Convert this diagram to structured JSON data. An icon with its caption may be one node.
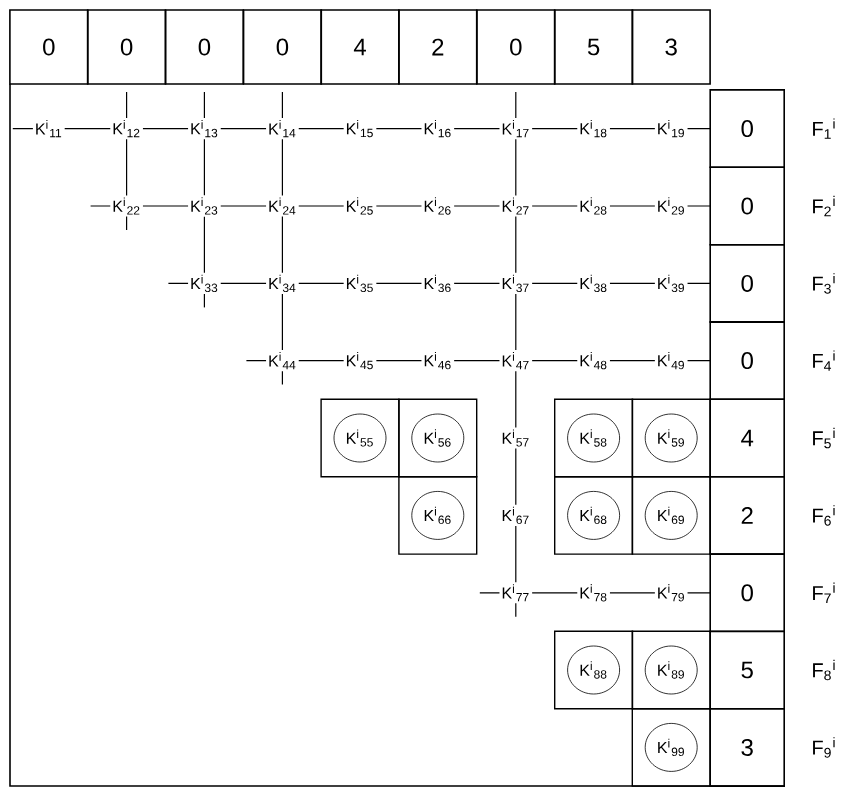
{
  "diagram": {
    "nodes": [
      {
        "text": [
          "K$^{i}$$_{55}$"
        ]
      },
      {
        "text": [
          "K$^{i}$$_{56}$"
        ]
      },
      {
        "text": [
          "K$^{i}$$_{58}$"
        ]
      },
      {
        "text": [
          "K$^{i}$$_{59}$"
        ]
      },
      {
        "text": [
          "K$^{i}$$_{66}$"
        ]
      },
      {
        "text": [
          "K$^{i}$$_{68}$"
        ]
      },
      {
        "text": [
          "K$^{i}$$_{69}$"
        ]
      },
      {
        "text": [
          "K$^{i}$$_{88}$"
        ]
      },
      {
        "text": [
          "K$^{i}$$_{89}$"
        ]
      },
      {
        "text": [
          "K$^{i}$$_{99}$"
        ]
      }
    ],
    "labels": [
      "0",
      "0",
      "0",
      "0",
      "4",
      "2",
      "0",
      "5",
      "3",
      "K$^{i}$$_{11}$",
      "K$^{i}$$_{12}$",
      "K$^{i}$$_{13}$",
      "K$^{i}$$_{14}$",
      "K$^{i}$$_{15}$",
      "K$^{i}$$_{16}$",
      "K$^{i}$$_{17}$",
      "K$^{i}$$_{18}$",
      "K$^{i}$$_{19}$",
      "0",
      "F$_{1}$$^{i}$",
      "K$^{i}$$_{22}$",
      "K$^{i}$$_{23}$",
      "K$^{i}$$_{24}$",
      "K$^{i}$$_{25}$",
      "K$^{i}$$_{26}$",
      "K$^{i}$$_{27}$",
      "K$^{i}$$_{28}$",
      "K$^{i}$$_{29}$",
      "0",
      "F$_{2}$$^{i}$",
      "K$^{i}$$_{33}$",
      "K$^{i}$$_{34}$",
      "K$^{i}$$_{35}$",
      "K$^{i}$$_{36}$",
      "K$^{i}$$_{37}$",
      "K$^{i}$$_{38}$",
      "K$^{i}$$_{39}$",
      "0",
      "F$_{3}$$^{i}$",
      "K$^{i}$$_{44}$",
      "K$^{i}$$_{45}$",
      "K$^{i}$$_{46}$",
      "K$^{i}$$_{47}$",
      "K$^{i}$$_{48}$",
      "K$^{i}$$_{49}$",
      "0",
      "F$_{4}$$^{i}$",
      "K$^{i}$$_{57}$",
      "4",
      "F$_{5}$$^{i}$",
      "K$^{i}$$_{67}$",
      "2",
      "F$_{6}$$^{i}$",
      "K$^{i}$$_{77}$",
      "K$^{i}$$_{78}$",
      "K$^{i}$$_{79}$",
      "0",
      "F$_{7}$$^{i}$",
      "5",
      "F$_{8}$$^{i}$",
      "3",
      "F$_{9}$$^{i}$"
    ]
  }
}
